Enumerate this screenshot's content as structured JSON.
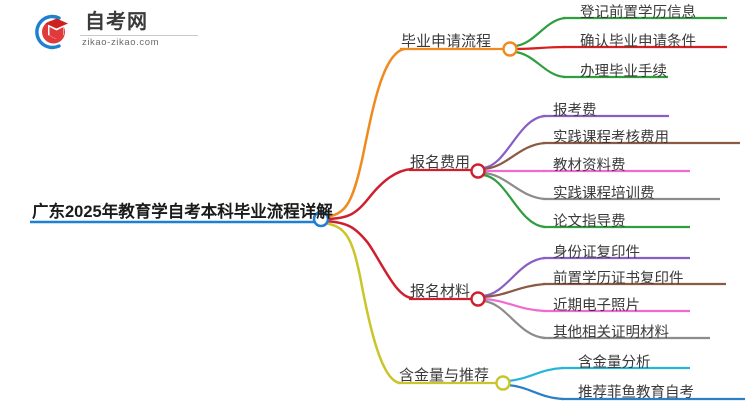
{
  "logo": {
    "name_cn": "自考网",
    "url": "zikao-zikao.com",
    "mark_icon": "graduation-cap-icon",
    "arc_color": "#1f7fd0",
    "cap_color": "#e03a3a"
  },
  "mindmap": {
    "root": {
      "label": "广东2025年教育学自考本科毕业流程详解",
      "node_color": "#1f7fd0",
      "underline_color": "#1f7fd0"
    },
    "branches": [
      {
        "label": "毕业申请流程",
        "trunk_color": "#f08a1e",
        "node_color": "#f08a1e",
        "underline_color": "#f08a1e",
        "children": [
          {
            "label": "登记前置学历信息",
            "color": "#2e9e3e"
          },
          {
            "label": "确认毕业申请条件",
            "color": "#d81f1f"
          },
          {
            "label": "办理毕业手续",
            "color": "#2e9e3e"
          }
        ]
      },
      {
        "label": "报名费用",
        "trunk_color": "#cf1f2e",
        "node_color": "#cf1f2e",
        "underline_color": "#cf1f2e",
        "children": [
          {
            "label": "报考费",
            "color": "#8a5fc4"
          },
          {
            "label": "实践课程考核费用",
            "color": "#8a5a42"
          },
          {
            "label": "教材资料费",
            "color": "#f06bd0"
          },
          {
            "label": "实践课程培训费",
            "color": "#8c8c8c"
          },
          {
            "label": "论文指导费",
            "color": "#2e9e3e"
          }
        ]
      },
      {
        "label": "报名材料",
        "trunk_color": "#cf1f2e",
        "node_color": "#cf1f2e",
        "underline_color": "#cf1f2e",
        "children": [
          {
            "label": "身份证复印件",
            "color": "#8a5fc4"
          },
          {
            "label": "前置学历证书复印件",
            "color": "#8a5a42"
          },
          {
            "label": "近期电子照片",
            "color": "#f06bd0"
          },
          {
            "label": "其他相关证明材料",
            "color": "#8c8c8c"
          }
        ]
      },
      {
        "label": "含金量与推荐",
        "trunk_color": "#c9c52b",
        "node_color": "#c9c52b",
        "underline_color": "#c9c52b",
        "children": [
          {
            "label": "含金量分析",
            "color": "#27b6d8"
          },
          {
            "label": "推荐菲鱼教育自考",
            "color": "#2b7fc4"
          }
        ]
      }
    ]
  }
}
